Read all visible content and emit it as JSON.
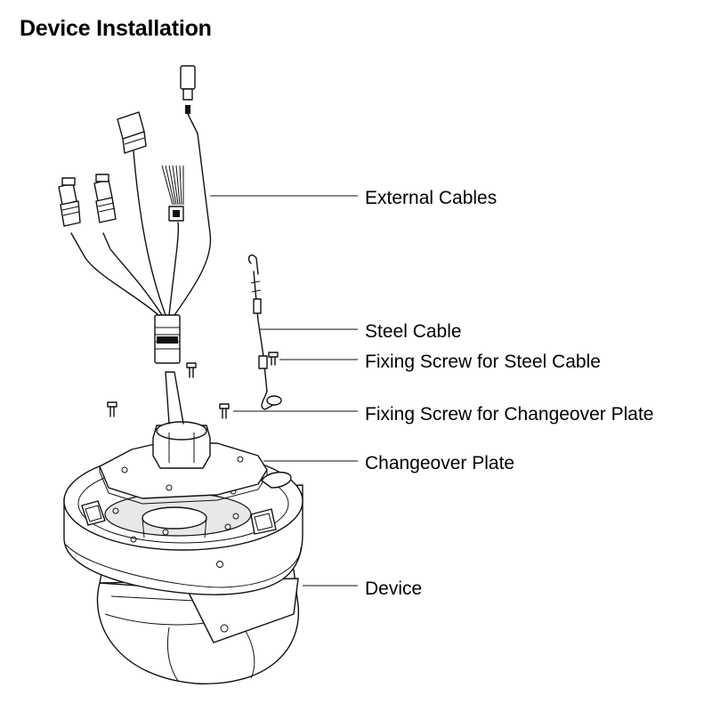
{
  "title": "Device Installation",
  "callouts": {
    "external_cables": "External Cables",
    "steel_cable": "Steel Cable",
    "fixing_screw_steel_cable": "Fixing Screw for Steel Cable",
    "fixing_screw_changeover_plate": "Fixing Screw for Changeover Plate",
    "changeover_plate": "Changeover Plate",
    "device": "Device"
  }
}
